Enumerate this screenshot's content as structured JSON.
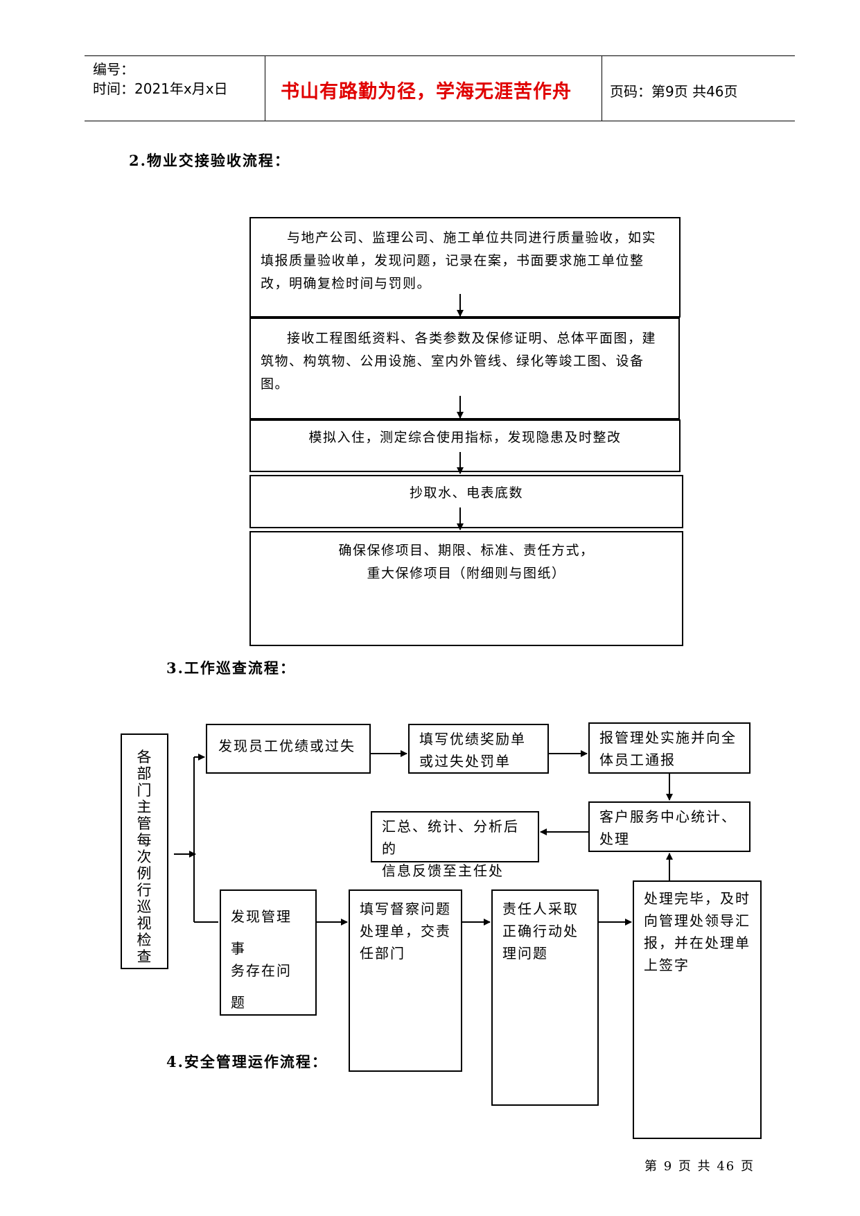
{
  "header": {
    "serial_label": "编号：",
    "time_label": "时间：2021年x月x日",
    "motto": "书山有路勤为径，学海无涯苦作舟",
    "page_label": "页码：第9页  共46页"
  },
  "section2": {
    "title": "2.物业交接验收流程：",
    "steps": [
      "与地产公司、监理公司、施工单位共同进行质量验收，如实填报质量验收单，发现问题，记录在案，书面要求施工单位整改，明确复检时间与罚则。",
      "接收工程图纸资料、各类参数及保修证明、总体平面图，建筑物、构筑物、公用设施、室内外管线、绿化等竣工图、设备图。",
      "模拟入住，测定综合使用指标，发现隐患及时整改",
      "抄取水、电表底数",
      "确保保修项目、期限、标准、责任方式，",
      "重大保修项目（附细则与图纸）"
    ]
  },
  "section3": {
    "title": "3.工作巡查流程：",
    "start": "各部门主管每次例行巡视检查",
    "top_row": [
      "发现员工优绩或过失",
      "填写优绩奖励单",
      "或过失处罚单",
      "报管理处实施并向全",
      "体员工通报"
    ],
    "middle_row": [
      "客户服务中心统计、",
      "处理",
      "汇总、统计、分析后的",
      "信息反馈至主任处"
    ],
    "bottom_row": [
      "发现管理事",
      "务存在问题",
      "填写督察问题",
      "处理单，交责",
      "任部门",
      "责任人采取",
      "正确行动处",
      "理问题",
      "处理完毕，及时",
      "向管理处领导汇",
      "报，并在处理单",
      "上签字"
    ]
  },
  "section4": {
    "title": "4.安全管理运作流程："
  },
  "footer": {
    "page_text": "第 9 页  共 46 页"
  }
}
